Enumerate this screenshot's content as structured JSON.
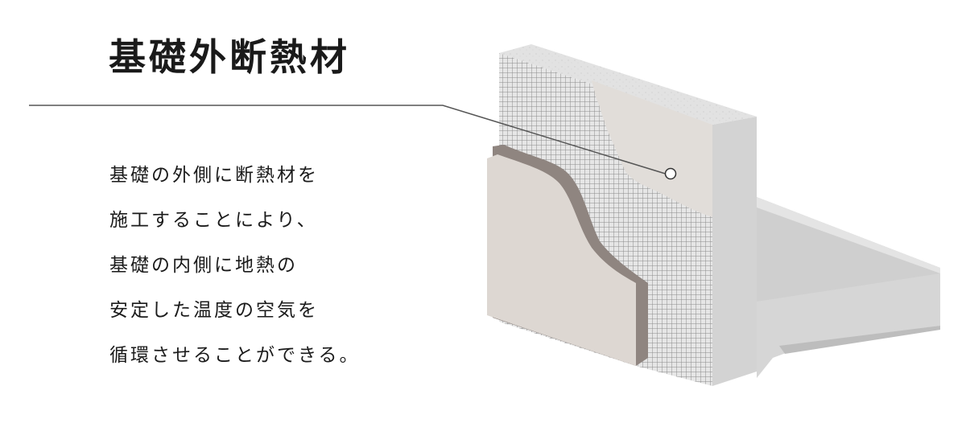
{
  "title": "基礎外断熱材",
  "description_lines": [
    "基礎の外側に断熱材を",
    "施工することにより、",
    "基礎の内側に地熱の",
    "安定した温度の空気を",
    "循環させることができる。"
  ],
  "colors": {
    "text": "#1a1a1a",
    "leader_line": "#555555",
    "concrete": "#dcdcdc",
    "insulation_finish": "#ddd7d2",
    "finish_edge": "#8f8580"
  }
}
